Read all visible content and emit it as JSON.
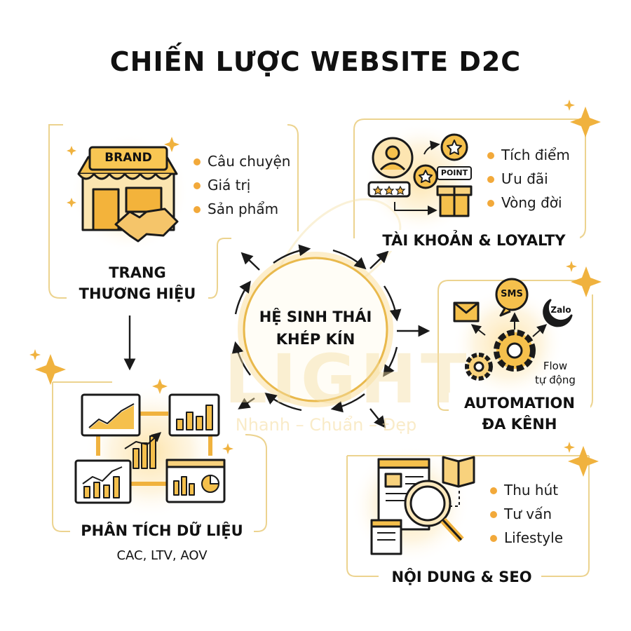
{
  "title": "CHIẾN LƯỢC WEBSITE D2C",
  "center": {
    "line1": "HỆ SINH THÁI",
    "line2": "KHÉP KÍN"
  },
  "watermark": {
    "logo": "LIGHT",
    "tagline": "Nhanh – Chuẩn – Đẹp"
  },
  "colors": {
    "accent": "#f2a93a",
    "gold": "#e8b84a",
    "frame": "#ecd38f",
    "ink": "#1a1a1a",
    "glow": "#fde3a7"
  },
  "sections": {
    "brand": {
      "title_line1": "TRANG",
      "title_line2": "THƯƠNG HIỆU",
      "sign": "BRAND",
      "bullets": [
        "Câu chuyện",
        "Giá trị",
        "Sản phẩm"
      ],
      "icon": "storefront-handshake-icon"
    },
    "loyalty": {
      "title": "TÀI KHOẢN & LOYALTY",
      "point_tag": "POINT",
      "bullets": [
        "Tích điểm",
        "Ưu đãi",
        "Vòng đời"
      ],
      "icon": "user-points-gift-icon"
    },
    "automation": {
      "title_line1": "AUTOMATION",
      "title_line2": "ĐA KÊNH",
      "sms": "SMS",
      "zalo": "Zalo",
      "flow_line1": "Flow",
      "flow_line2": "tự động",
      "icon": "gears-channels-icon"
    },
    "content": {
      "title": "NỘI DUNG & SEO",
      "bullets": [
        "Thu hút",
        "Tư vấn",
        "Lifestyle"
      ],
      "icon": "magnifier-document-icon"
    },
    "analytics": {
      "title": "PHÂN TÍCH DỮ LIỆU",
      "subtitle": "CAC, LTV, AOV",
      "icon": "dashboard-charts-icon"
    }
  }
}
